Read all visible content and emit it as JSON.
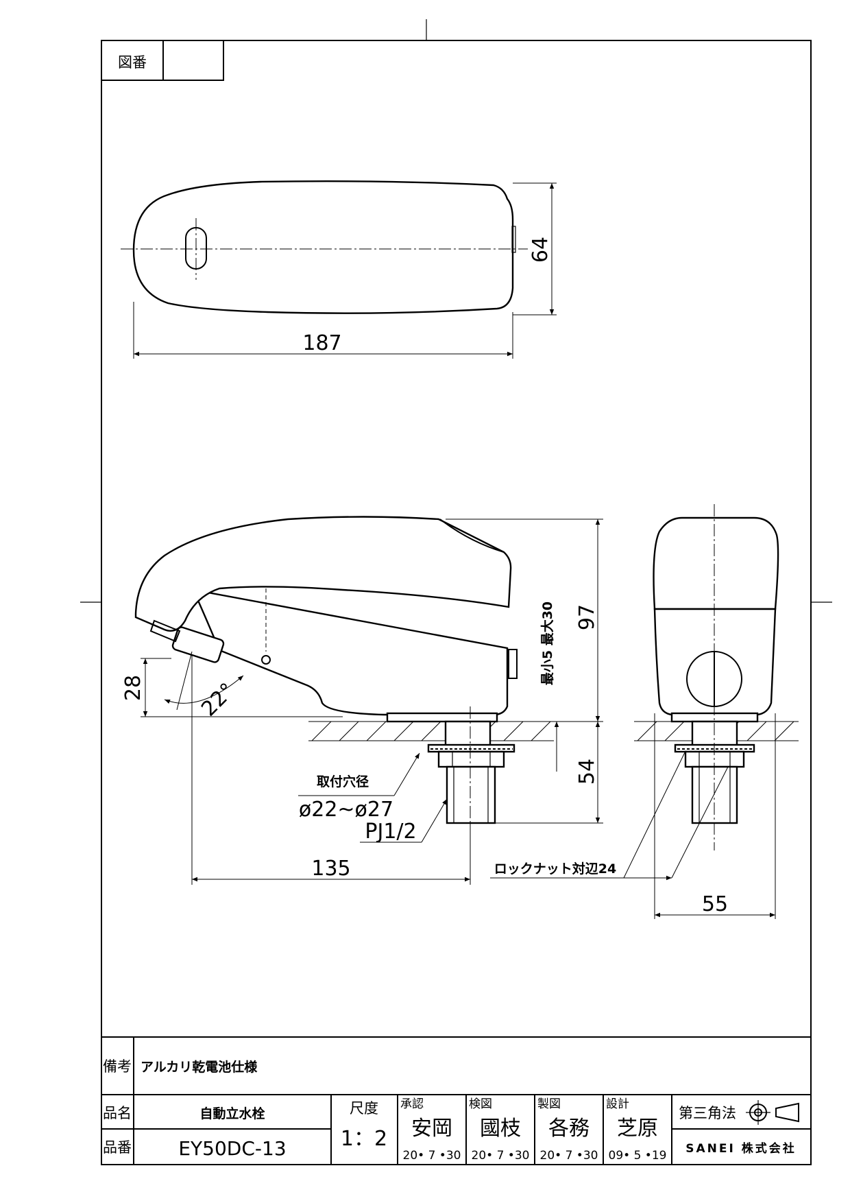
{
  "drawing_no_label": "図番",
  "dimensions": {
    "top_length": "187",
    "top_width": "64",
    "height": "97",
    "range": "最小5 最大30",
    "below_counter": "54",
    "spout_height": "28",
    "spout_angle": "22°",
    "reach": "135",
    "side_width": "55"
  },
  "annotations": {
    "hole_label": "取付穴径",
    "hole_value": "ø22~ø27",
    "thread": "PJ1/2",
    "locknut": "ロックナット対辺24"
  },
  "title_block": {
    "remarks_label": "備考",
    "remarks_value": "アルカリ乾電池仕様",
    "name_label": "品名",
    "name_value": "自動立水栓",
    "number_label": "品番",
    "number_value": "EY50DC-13",
    "scale_label": "尺度",
    "scale_value": "1：2",
    "approve_label": "承認",
    "approve_name": "安岡",
    "approve_date": "20• 7 •30",
    "check_label": "検図",
    "check_name": "國枝",
    "check_date": "20• 7 •30",
    "draw_label": "製図",
    "draw_name": "各務",
    "draw_date": "20• 7 •30",
    "design_label": "設計",
    "design_name": "芝原",
    "design_date": "09• 5 •19",
    "projection": "第三角法",
    "company": "SANEI 株式会社"
  }
}
